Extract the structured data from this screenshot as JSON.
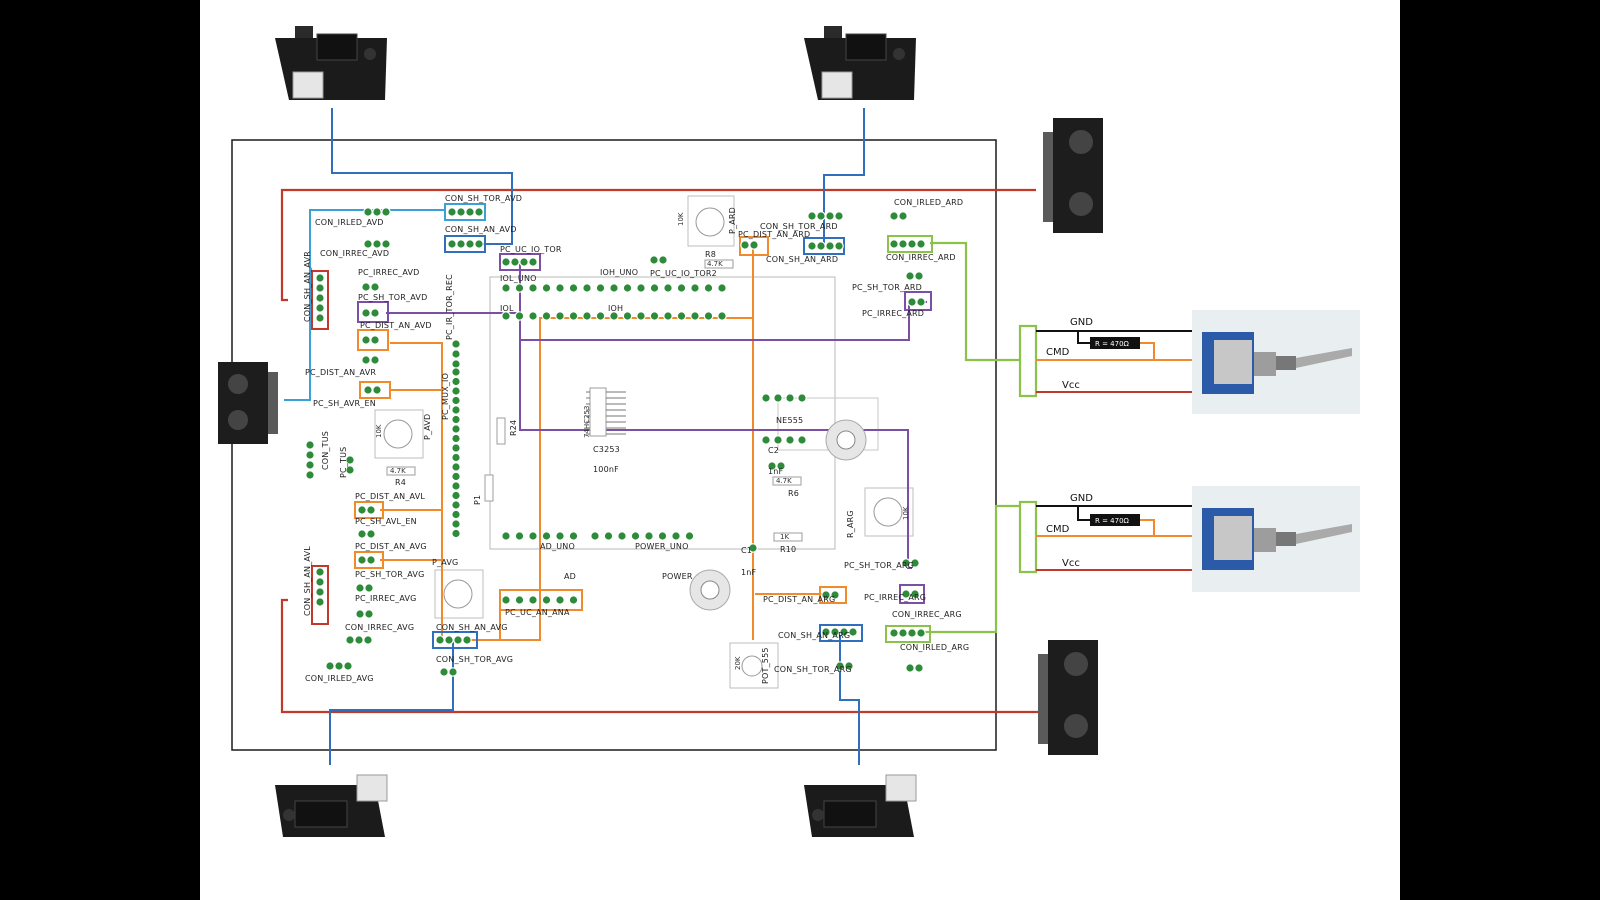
{
  "labels": {
    "con_sh_tor_avd": "CON_SH_TOR_AVD",
    "con_irled_avd": "CON_IRLED_AVD",
    "con_sh_an_avd": "CON_SH_AN_AVD",
    "con_irrec_avd": "CON_IRREC_AVD",
    "con_sh_an_avr": "CON_SH_AN_AVR",
    "pc_irrec_avd": "PC_IRREC_AVD",
    "pc_sh_tor_avd": "PC_SH_TOR_AVD",
    "pc_dist_an_avd": "PC_DIST_AN_AVD",
    "pc_dist_an_avr": "PC_DIST_AN_AVR",
    "pc_sh_avr_en": "PC_SH_AVR_EN",
    "con_tus": "CON_TUS",
    "pc_tus": "PC_TUS",
    "pc_dist_an_avl": "PC_DIST_AN_AVL",
    "pc_sh_avl_en": "PC_SH_AVL_EN",
    "pc_dist_an_avg": "PC_DIST_AN_AVG",
    "pc_sh_tor_avg": "PC_SH_TOR_AVG",
    "pc_irrec_avg": "PC_IRREC_AVG",
    "con_sh_an_avl": "CON_SH_AN_AVL",
    "con_irrec_avg": "CON_IRREC_AVG",
    "con_sh_an_avg": "CON_SH_AN_AVG",
    "con_sh_tor_avg": "CON_SH_TOR_AVG",
    "con_irled_avg": "CON_IRLED_AVG",
    "pc_uc_io_tor": "PC_UC_IO_TOR",
    "iol_uno": "IOL_UNO",
    "ioh_uno": "IOH_UNO",
    "pc_uc_io_tor2": "PC_UC_IO_TOR2",
    "iol": "IOL",
    "ioh": "IOH",
    "r8": "R8",
    "p_ard": "P_ARD",
    "pc_dist_an_ard": "PC_DIST_AN_ARD",
    "con_sh_tor_ard": "CON_SH_TOR_ARD",
    "con_sh_an_ard": "CON_SH_AN_ARD",
    "con_irled_ard": "CON_IRLED_ARD",
    "con_irrec_ard": "CON_IRREC_ARD",
    "pc_sh_tor_ard": "PC_SH_TOR_ARD",
    "pc_irrec_ard": "PC_IRREC_ARD",
    "r24": "R24",
    "ic_main": "74HC253",
    "c3253": "C3253",
    "cap_100nf": "100nF",
    "ne555": "NE555",
    "c2": "C2",
    "c2_val": "1nF",
    "r6": "R6",
    "r10": "R10",
    "c1": "C1",
    "c1_val": "1nF",
    "ad_uno": "AD_UNO",
    "power_uno": "POWER_UNO",
    "ad": "AD",
    "power": "POWER",
    "pc_uc_an_ana": "PC_UC_AN_ANA",
    "r4": "R4",
    "p_avd": "P_AVD",
    "p_avg": "P_AVG",
    "p1": "P1",
    "r_arg": "R_ARG",
    "pc_sh_tor_arg": "PC_SH_TOR_ARG",
    "pc_irrec_arg": "PC_IRREC_ARG",
    "pc_dist_an_arg": "PC_DIST_AN_ARG",
    "con_irrec_arg": "CON_IRREC_ARG",
    "con_sh_an_arg": "CON_SH_AN_ARG",
    "con_irled_arg": "CON_IRLED_ARG",
    "con_sh_tor_arg": "CON_SH_TOR_ARG",
    "pot_555": "POT_555",
    "pc_ir_tor_rec": "PC_IR_TOR_REC",
    "pc_mux_io": "PC_MUX_IO",
    "val_47k": "4.7K",
    "val_10k": "10K",
    "val_20k": "20K",
    "val_1k": "1K"
  },
  "switches": [
    {
      "gnd": "GND",
      "cmd": "CMD",
      "vcc": "Vcc",
      "resistor": "R = 470Ω"
    },
    {
      "gnd": "GND",
      "cmd": "CMD",
      "vcc": "Vcc",
      "resistor": "R = 470Ω"
    }
  ],
  "colors": {
    "board_outline": "#1a1a1a",
    "pad_green": "#2e8b3a",
    "silk": "#b9b9b9",
    "wire_red": "#c0392b",
    "wire_blue": "#2f6fbd",
    "wire_cyan": "#3aa0d8",
    "wire_orange": "#f08a2a",
    "wire_purple": "#7b4fa6",
    "wire_green": "#8bc34a",
    "wire_black": "#111111",
    "switch_body": "#2a5aa8"
  },
  "icons": [
    "ir-sensor-icon",
    "toggle-switch-icon",
    "potentiometer-icon",
    "resistor-icon"
  ]
}
